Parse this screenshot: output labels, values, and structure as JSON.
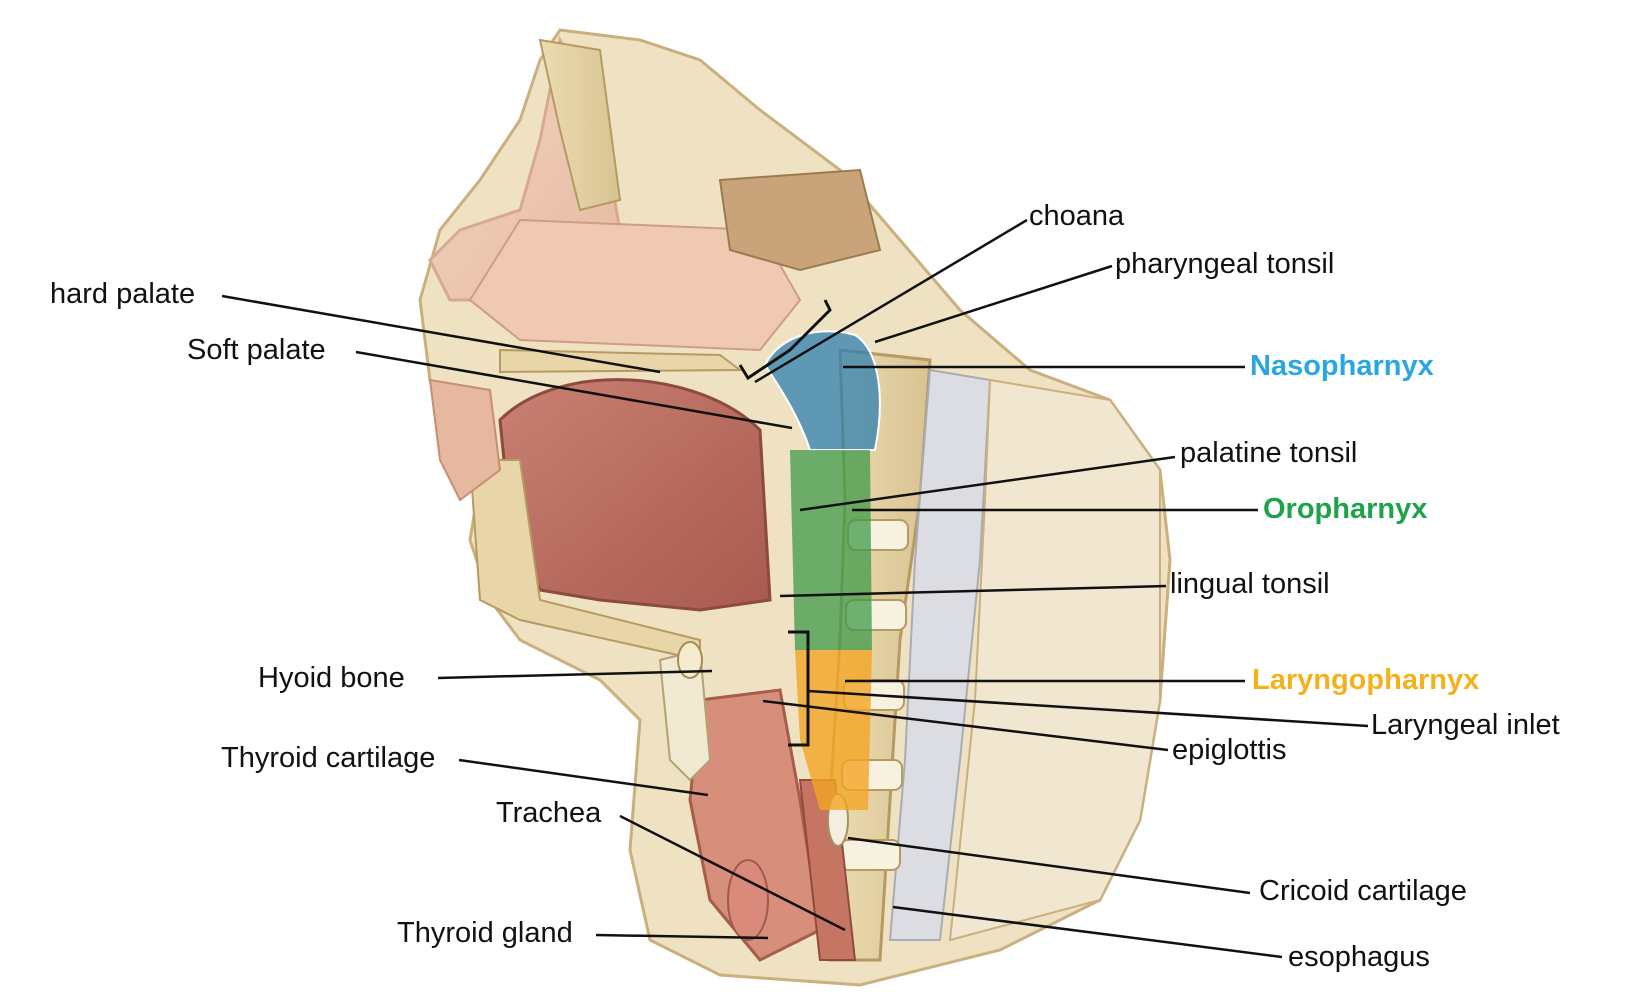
{
  "labels": {
    "choana": "choana",
    "pharyngeal_tonsil": "pharyngeal tonsil",
    "hard_palate": "hard palate",
    "soft_palate": "Soft palate",
    "nasopharynx": "Nasopharnyx",
    "palatine_tonsil": "palatine tonsil",
    "oropharynx": "Oropharnyx",
    "lingual_tonsil": "lingual tonsil",
    "hyoid_bone": "Hyoid bone",
    "laryngopharynx": "Laryngopharnyx",
    "laryngeal_inlet": "Laryngeal inlet",
    "thyroid_cartilage": "Thyroid cartilage",
    "epiglottis": "epiglottis",
    "trachea": "Trachea",
    "cricoid_cartilage": "Cricoid cartilage",
    "thyroid_gland": "Thyroid gland",
    "esophagus": "esophagus"
  },
  "colors": {
    "nasopharynx": "#29a8e0",
    "oropharynx": "#1fa34a",
    "laryngopharynx": "#f2b21b",
    "leader_line": "#111111"
  }
}
